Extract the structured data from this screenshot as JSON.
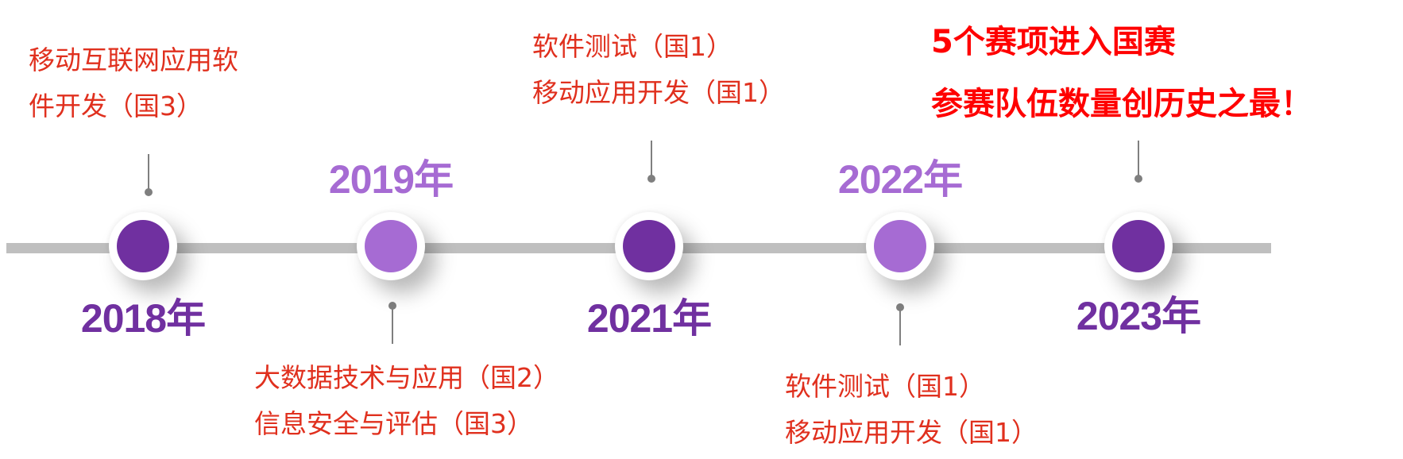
{
  "timeline": {
    "bar_color": "#bfbfbf",
    "colors": {
      "dark": "#7030a0",
      "light": "#a66bd3",
      "event_text": "#e0301e",
      "headline_text": "#ff0000"
    },
    "milestones": [
      {
        "year": "2018年",
        "shade": "dark",
        "events": [
          "移动互联网应用软",
          "件开发（国3）"
        ]
      },
      {
        "year": "2019年",
        "shade": "light",
        "events": [
          "大数据技术与应用（国2）",
          "信息安全与评估（国3）"
        ]
      },
      {
        "year": "2021年",
        "shade": "dark",
        "events": [
          "软件测试（国1）",
          "移动应用开发（国1）"
        ]
      },
      {
        "year": "2022年",
        "shade": "light",
        "events": [
          "软件测试（国1）",
          "移动应用开发（国1）"
        ]
      },
      {
        "year": "2023年",
        "shade": "dark",
        "events": []
      }
    ]
  },
  "headline": {
    "line1": "5个赛项进入国赛",
    "line2": "参赛队伍数量创历史之最！"
  }
}
